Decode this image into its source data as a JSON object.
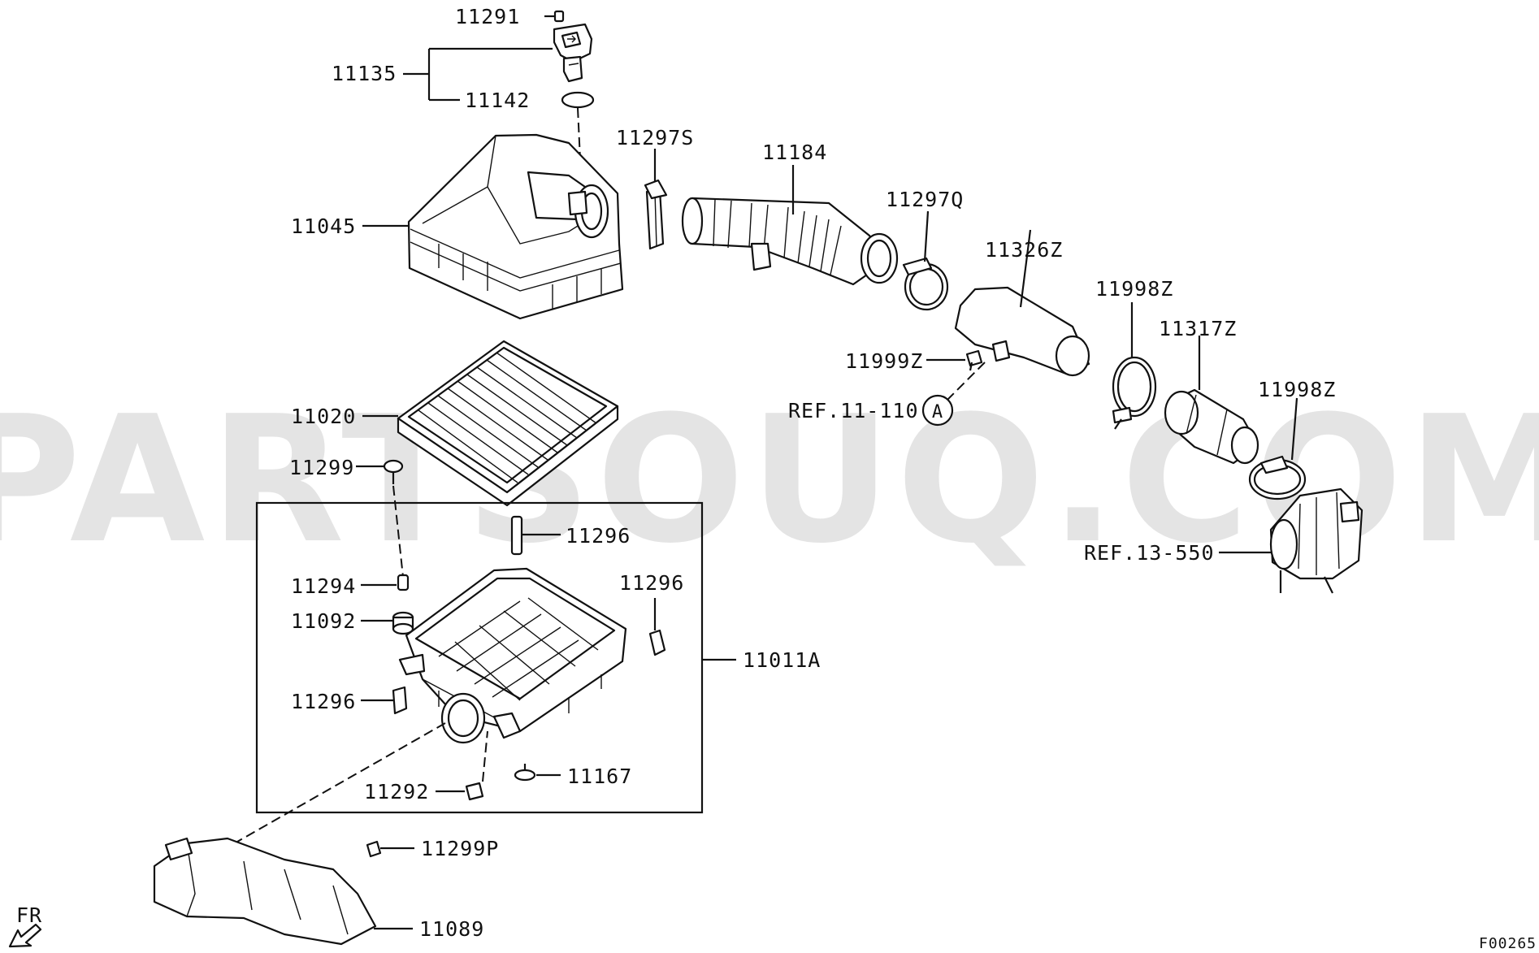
{
  "watermark": "PARTSOUQ.COM",
  "figure_code": "F00265",
  "direction_label": "FR",
  "ref_marker": "A",
  "colors": {
    "ink": "#111111",
    "watermark": "#e4e4e4",
    "background": "#ffffff"
  },
  "labels": {
    "p11291": "11291",
    "p11135": "11135",
    "p11142": "11142",
    "p11297s": "11297S",
    "p11184": "11184",
    "p11297q": "11297Q",
    "p11045": "11045",
    "p11326z": "11326Z",
    "p11998z_a": "11998Z",
    "p11317z": "11317Z",
    "p11999z": "11999Z",
    "ref_11_110": "REF.11-110",
    "p11998z_b": "11998Z",
    "p11020": "11020",
    "p11299": "11299",
    "p11296_a": "11296",
    "ref_13_550": "REF.13-550",
    "p11294": "11294",
    "p11296_b": "11296",
    "p11092": "11092",
    "p11011a": "11011A",
    "p11296_c": "11296",
    "p11167": "11167",
    "p11292": "11292",
    "p11299p": "11299P",
    "p11089": "11089"
  }
}
